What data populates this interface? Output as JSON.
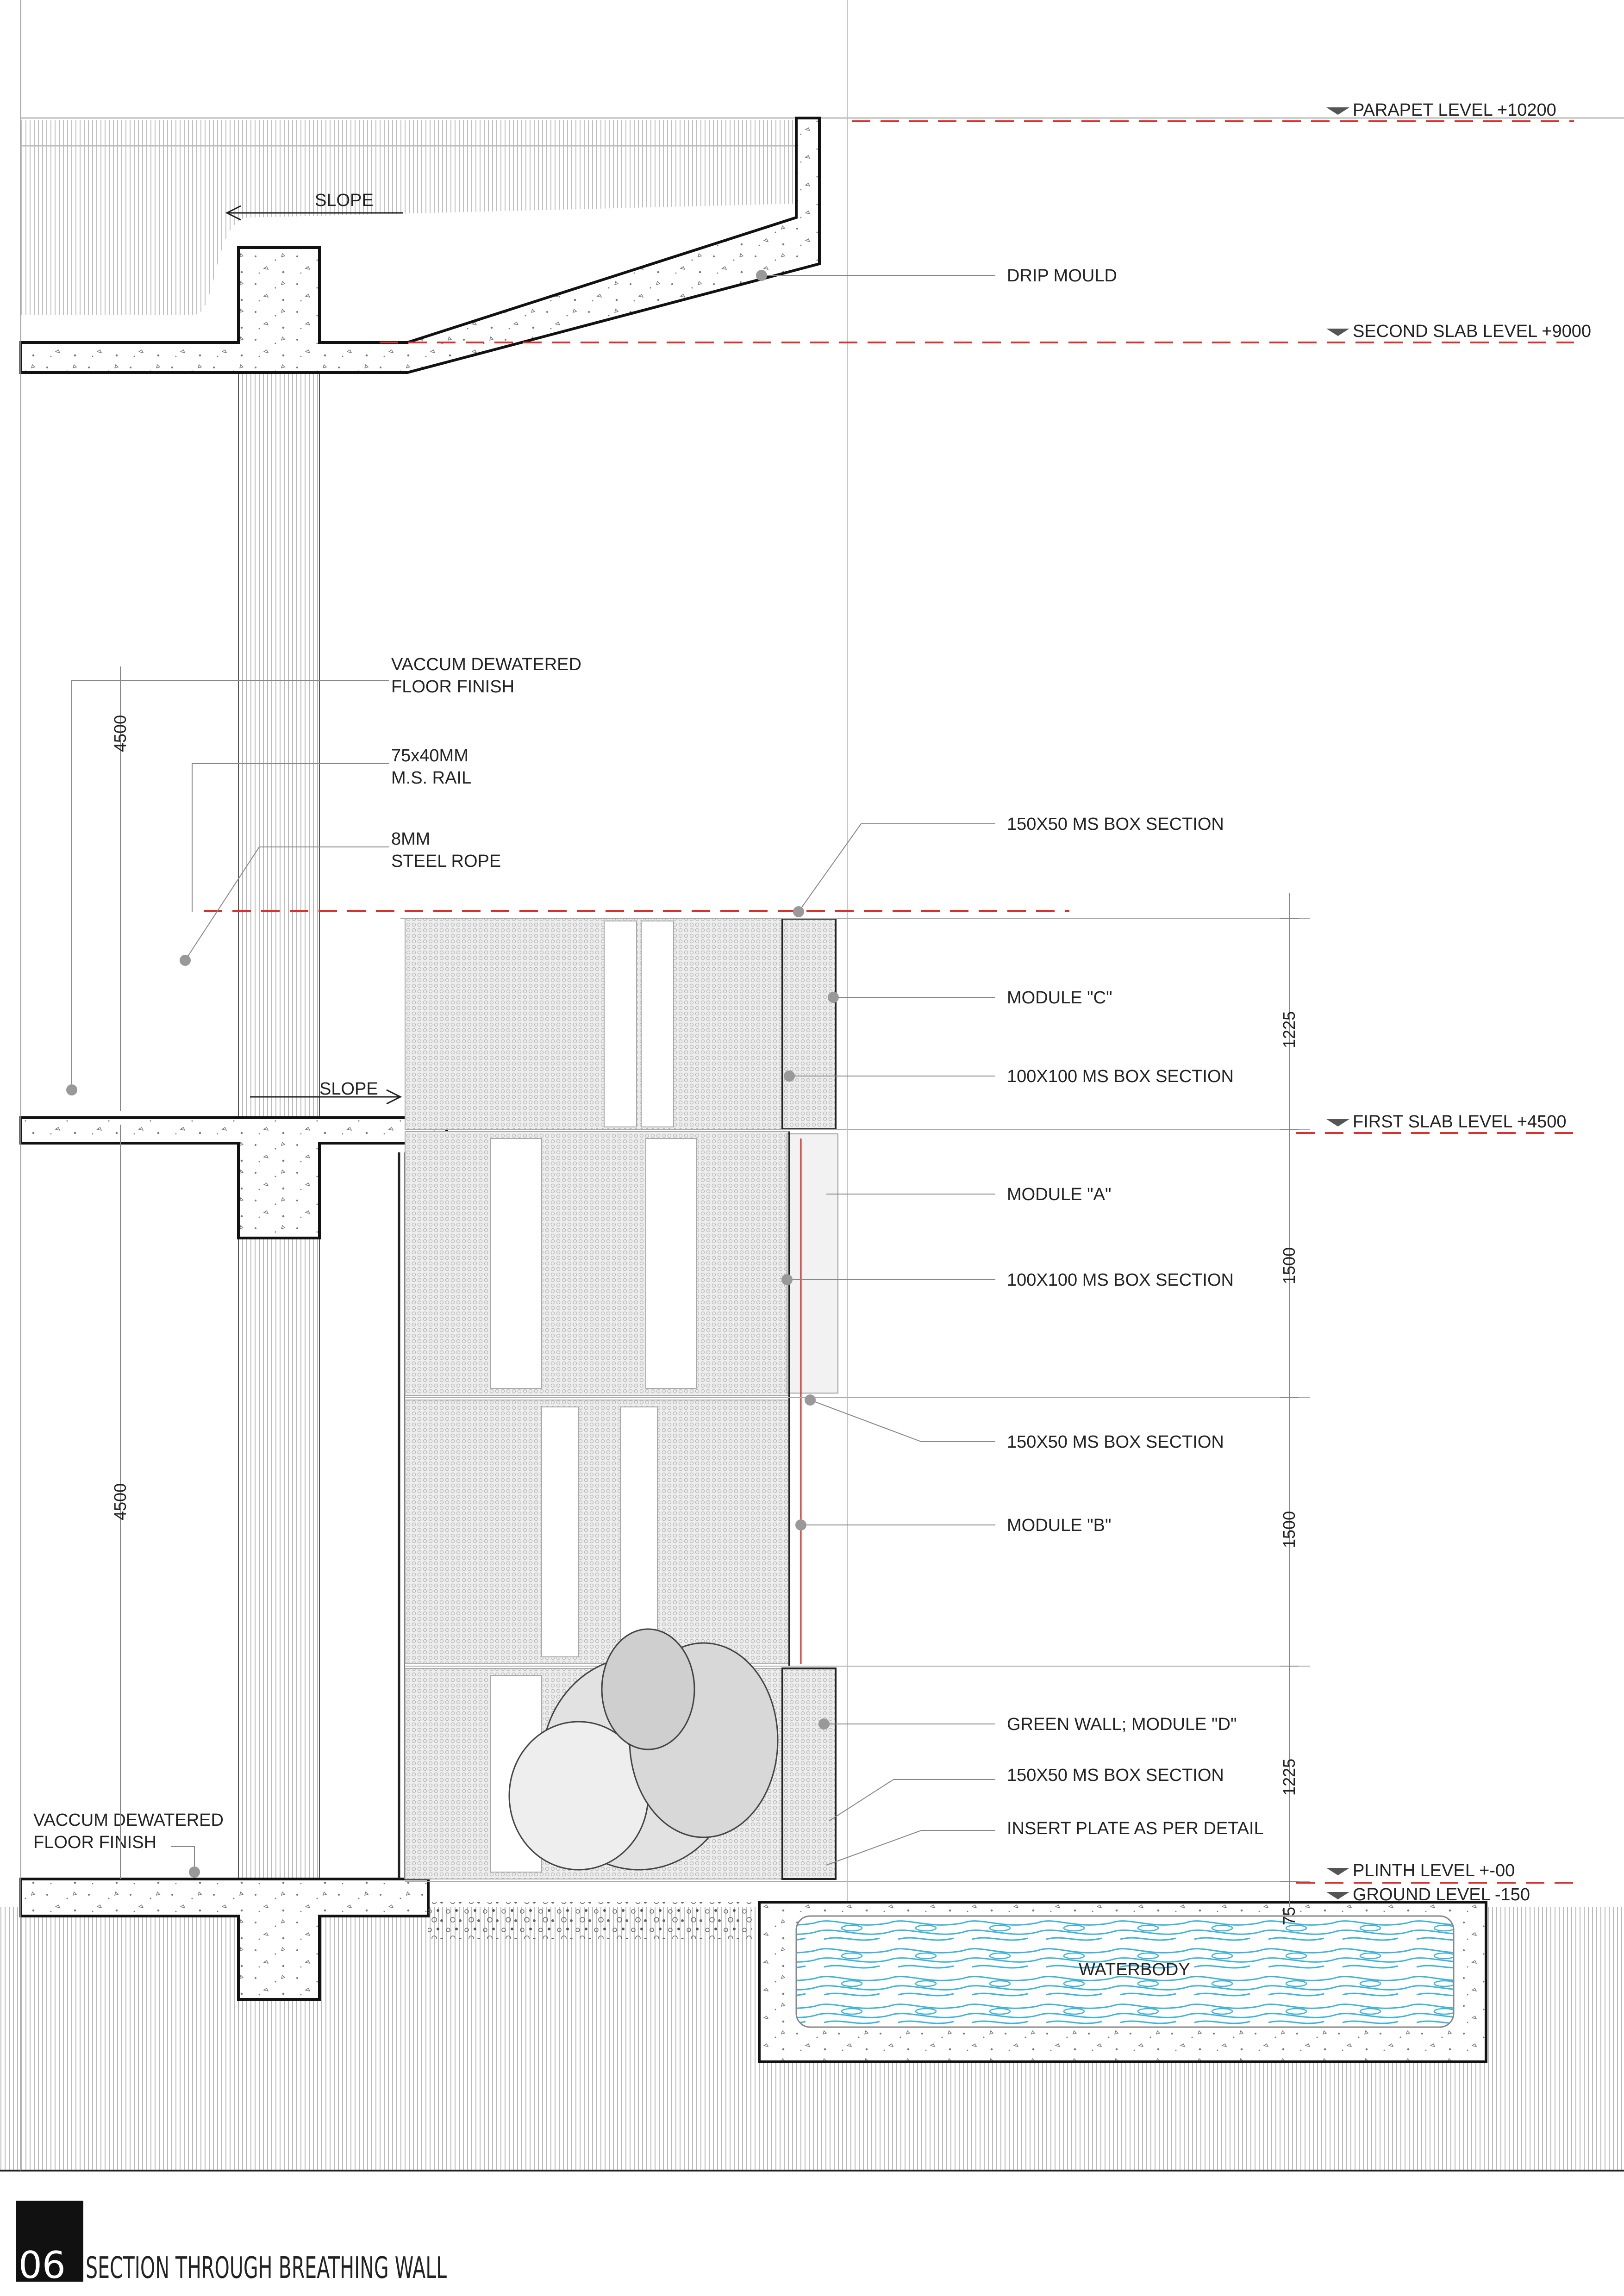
{
  "levels": {
    "parapet": "PARAPET LEVEL +10200",
    "second_slab": "SECOND SLAB LEVEL +9000",
    "first_slab": "FIRST SLAB LEVEL +4500",
    "plinth": "PLINTH LEVEL +-00",
    "ground": "GROUND LEVEL -150"
  },
  "labels": {
    "drip_mould": "DRIP MOULD",
    "slope_top": "SLOPE",
    "slope_mid": "SLOPE",
    "vaccum_upper_1": "VACCUM DEWATERED",
    "vaccum_upper_2": "FLOOR FINISH",
    "rail_1": "75x40MM",
    "rail_2": "M.S. RAIL",
    "rope_1": "8MM",
    "rope_2": "STEEL ROPE",
    "box150_top": "150X50 MS BOX SECTION",
    "module_c": "MODULE  \"C\"",
    "box100_c": "100X100 MS BOX SECTION",
    "module_a": "MODULE  \"A\"",
    "box100_a": "100X100 MS BOX SECTION",
    "box150_mid": "150X50 MS BOX SECTION",
    "module_b": "MODULE  \"B\"",
    "green_wall": "GREEN WALL; MODULE  \"D\"",
    "box150_bot": "150X50 MS BOX SECTION",
    "insert_plate": "INSERT PLATE AS PER DETAIL",
    "vaccum_lower_1": "VACCUM DEWATERED",
    "vaccum_lower_2": "FLOOR FINISH",
    "waterbody": "WATERBODY"
  },
  "dimensions": {
    "upper_floor": "4500",
    "lower_floor": "4500",
    "module_c": "1225",
    "module_a": "1500",
    "module_b": "1500",
    "module_d": "1225",
    "plinth_ground": "75"
  },
  "title": {
    "number": "06",
    "text": "SECTION THROUGH BREATHING WALL"
  },
  "colors": {
    "line": "#222222",
    "level_marker": "#d9312b",
    "water": "#3fb3d6",
    "hatch": "#9a9a9a"
  }
}
